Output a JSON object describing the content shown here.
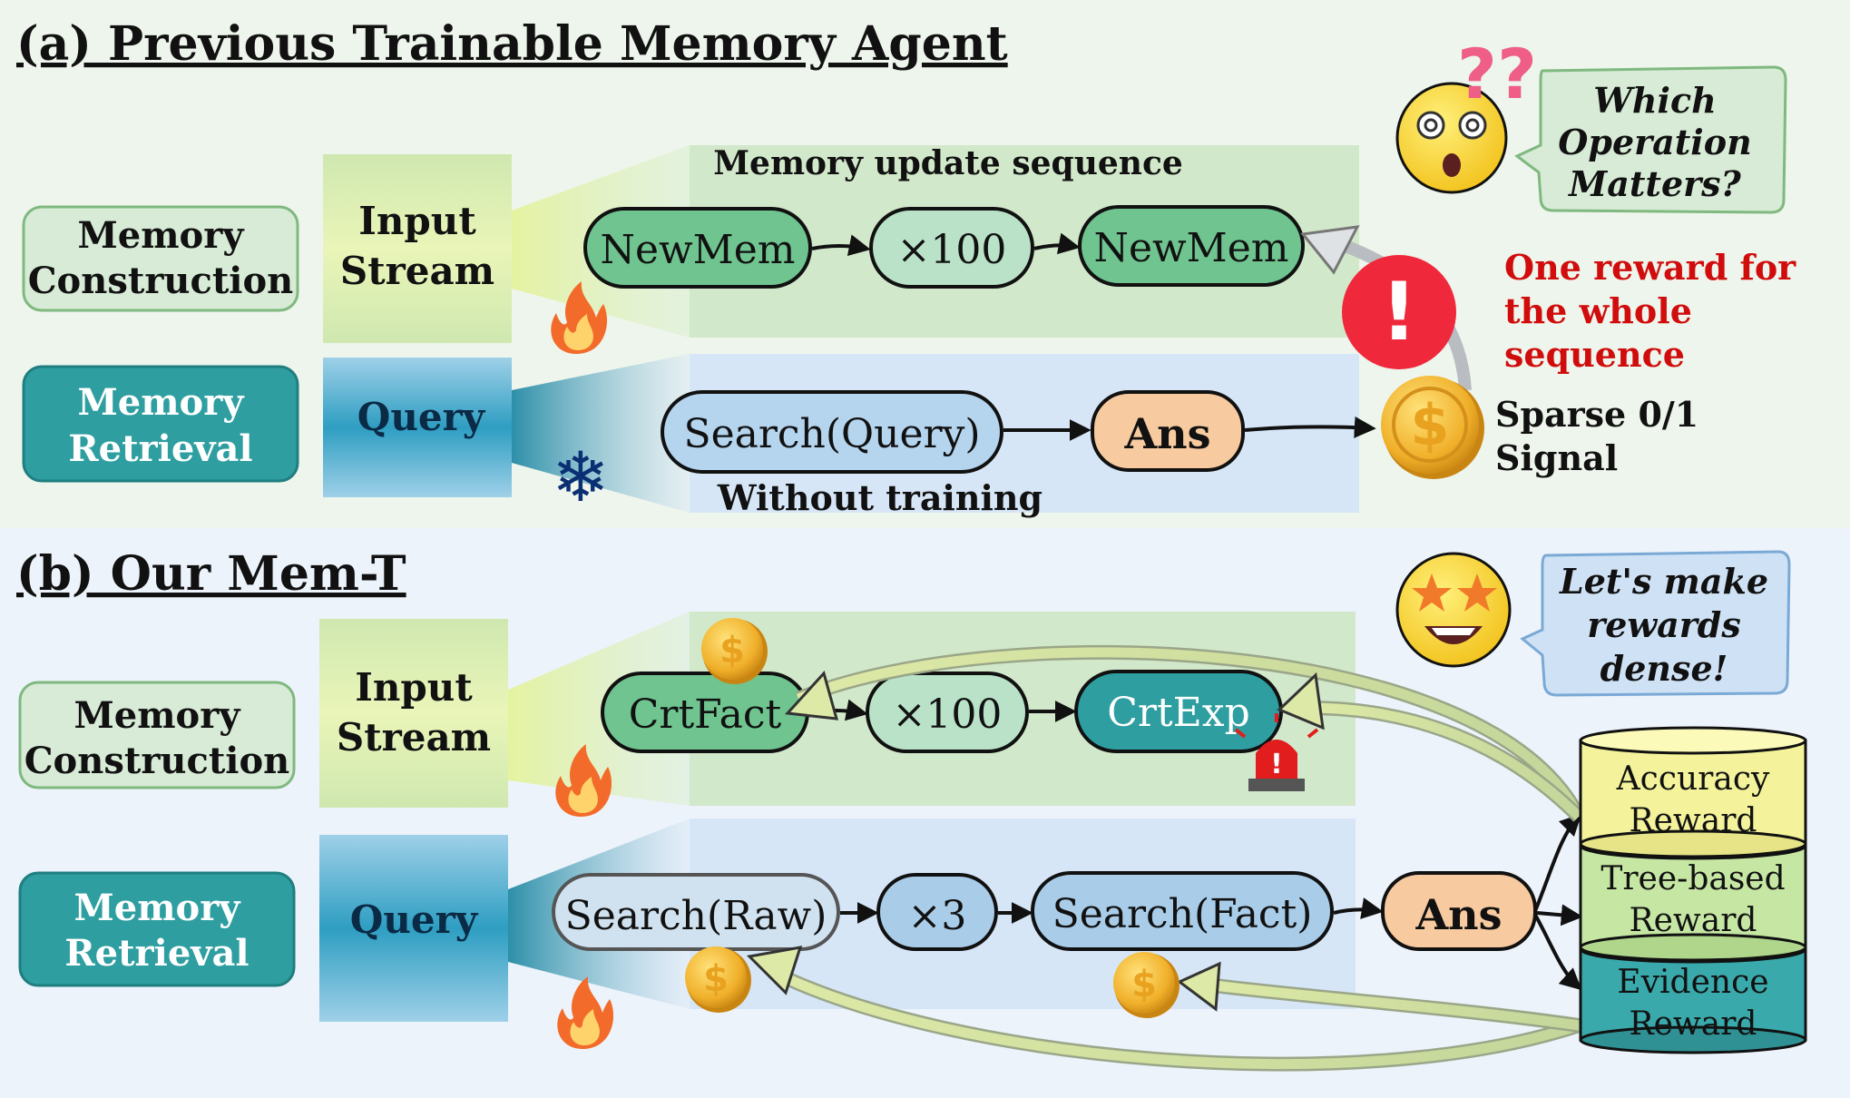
{
  "panel_a": {
    "title": "(a) Previous Trainable Memory Agent",
    "memory_construction": [
      "Memory",
      "Construction"
    ],
    "memory_retrieval": [
      "Memory",
      "Retrieval"
    ],
    "input_stream": [
      "Input",
      "Stream"
    ],
    "query": "Query",
    "update_sequence_label": "Memory update sequence",
    "op_newmem_1": "NewMem",
    "op_repeat": "×100",
    "op_newmem_2": "NewMem",
    "op_search": "Search(Query)",
    "op_ans": "Ans",
    "without_training": "Without training",
    "speech": [
      "Which",
      "Operation",
      "Matters?"
    ],
    "reward_note": [
      "One reward for",
      "the whole",
      "sequence"
    ],
    "signal": [
      "Sparse 0/1",
      "Signal"
    ]
  },
  "panel_b": {
    "title": "(b) Our Mem-T",
    "memory_construction": [
      "Memory",
      "Construction"
    ],
    "memory_retrieval": [
      "Memory",
      "Retrieval"
    ],
    "input_stream": [
      "Input",
      "Stream"
    ],
    "query": "Query",
    "op_crtfact": "CrtFact",
    "op_repeat": "×100",
    "op_crtexp": "CrtExp",
    "op_search_raw": "Search(Raw)",
    "op_repeat3": "×3",
    "op_search_fact": "Search(Fact)",
    "op_ans": "Ans",
    "speech": [
      "Let's make",
      "rewards",
      "dense!"
    ],
    "reward_accuracy": [
      "Accuracy",
      "Reward"
    ],
    "reward_tree": [
      "Tree-based",
      "Reward"
    ],
    "reward_evidence": [
      "Evidence",
      "Reward"
    ]
  },
  "icons": {
    "coin_symbol": "$",
    "alert_symbol": "!",
    "question_marks": "??",
    "snowflake": "❄"
  },
  "colors": {
    "panel_a_bg": "#eef5ec",
    "panel_b_bg": "#edf3fb",
    "green_op": "#6fc48f",
    "light_green_op": "#b9e2c8",
    "teal": "#2e9ea0",
    "blue_op": "#a9cde9",
    "ans": "#f7caa0",
    "red": "#d10c0c",
    "acc_reward": "#f4f39b",
    "tree_reward": "#c6e7a4",
    "evi_reward": "#3aa9ab"
  }
}
